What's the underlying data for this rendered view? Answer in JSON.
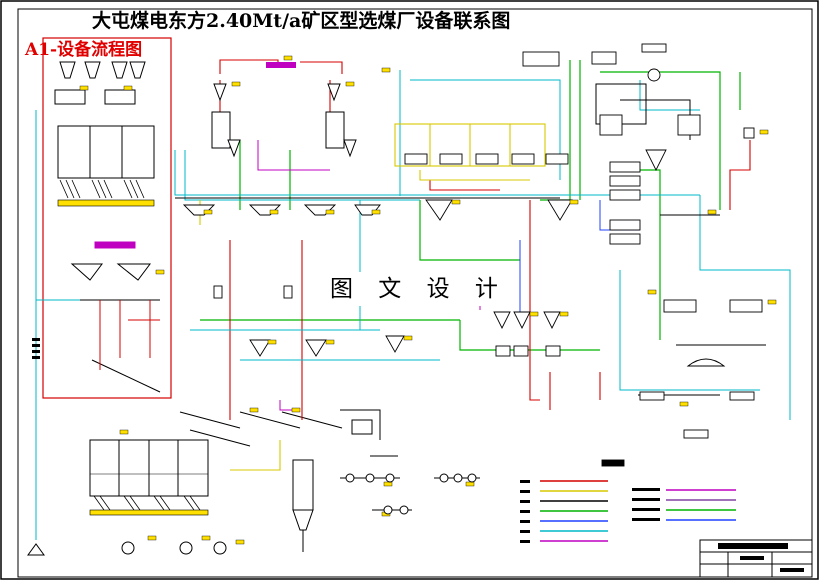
{
  "drawing": {
    "title": "大屯煤电东方2.40Mt/a矿区型选煤厂设备联系图",
    "subtitle": "A1-设备流程图",
    "watermark": "图 文 设 计"
  },
  "colors": {
    "red": "#d40000",
    "green": "#00b400",
    "cyan": "#00b8c8",
    "yellow": "#d8c800",
    "magenta": "#c000c0",
    "blue": "#2040ff",
    "dark": "#000000",
    "brown": "#8a4a1a",
    "purple": "#8040a0"
  }
}
